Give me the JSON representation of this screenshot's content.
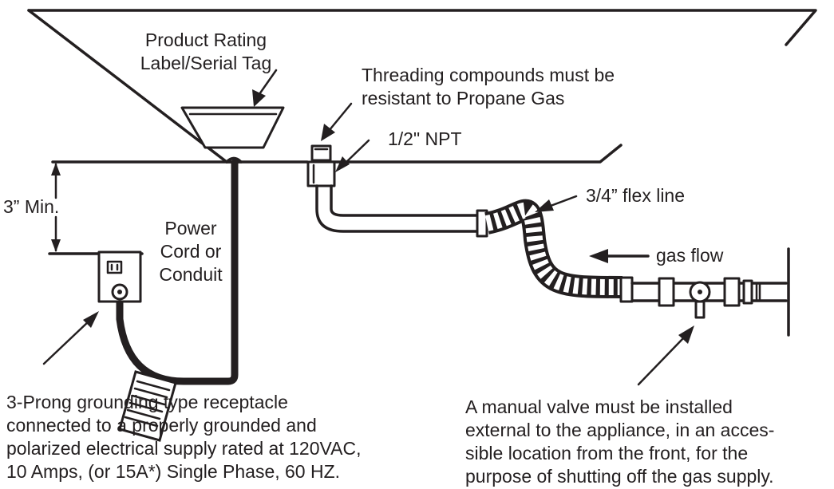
{
  "labels": {
    "rating_label": [
      "Product Rating",
      "Label/Serial Tag"
    ],
    "threading": [
      "Threading compounds must be",
      "resistant to Propane Gas"
    ],
    "npt": "1/2\" NPT",
    "flex": "3/4” flex line",
    "min_clearance": "3” Min.",
    "power_cord": [
      "Power",
      "Cord or",
      "Conduit"
    ],
    "gas_flow": "gas flow",
    "receptacle": [
      "3-Prong grounding type receptacle",
      "connected to a properly grounded and",
      "polarized electrical supply rated at 120VAC,",
      "10 Amps, (or 15A*)  Single Phase, 60 HZ."
    ],
    "manual_valve": [
      "A manual valve must be installed",
      "external to the appliance, in an acces-",
      "sible location from the front, for the",
      "purpose of shutting off the gas supply."
    ]
  },
  "colors": {
    "ink": "#231f20",
    "background": "#ffffff"
  }
}
